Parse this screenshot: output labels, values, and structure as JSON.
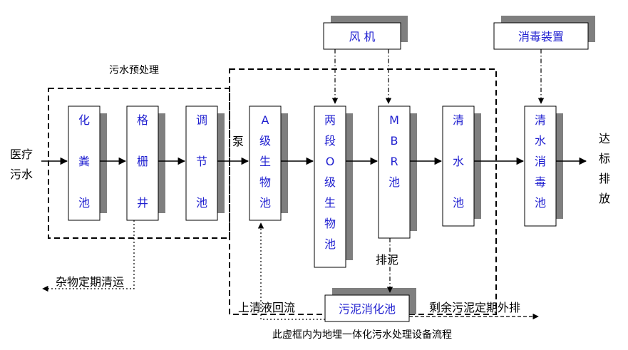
{
  "labels": {
    "pretreatment": "污水预处理",
    "inlet": [
      "医疗",
      "污水"
    ],
    "pump": "泵",
    "outlet": [
      "达",
      "标",
      "排",
      "放"
    ],
    "sludge_discharge": "排泥",
    "debris": "杂物定期清运",
    "supernatant_return": "上清液回流",
    "excess_sludge": "剩余污泥定期外排",
    "caption": "此虚框内为地埋一体化污水处理设备流程"
  },
  "units": {
    "septic_tank": [
      "化",
      "粪",
      "池"
    ],
    "grille_well": [
      "格",
      "栅",
      "井"
    ],
    "equalization_tank": [
      "调",
      "节",
      "池"
    ],
    "a_tank": [
      "A",
      "级",
      "生",
      "物",
      "池"
    ],
    "two_stage_o_tank": [
      "两",
      "段",
      "O",
      "级",
      "生",
      "物",
      "池"
    ],
    "mbr_tank": [
      "M",
      "B",
      "R",
      "池"
    ],
    "clear_water_tank": [
      "清",
      "水",
      "池"
    ],
    "disinfection_tank": [
      "清",
      "水",
      "消",
      "毒",
      "池"
    ],
    "blower": "风 机",
    "disinfector": "消毒装置",
    "sludge_digester": "污泥消化池"
  },
  "colors": {
    "box_text": "#1f1fd0",
    "shadow": "#7f7f7f",
    "line": "#000000"
  }
}
